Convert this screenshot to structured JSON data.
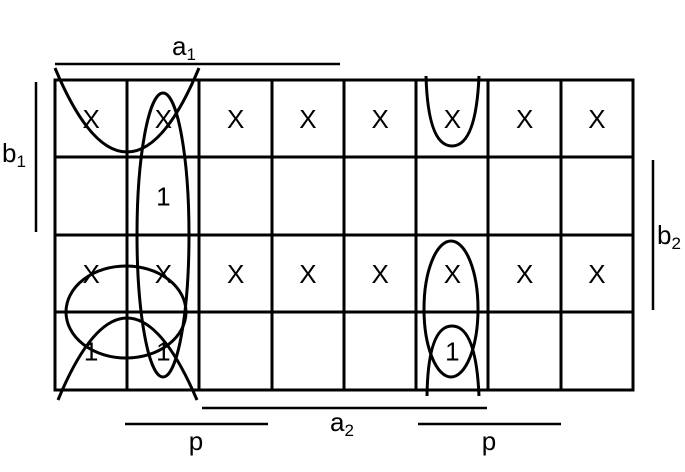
{
  "diagram": {
    "grid": {
      "rows": 4,
      "cols": 8,
      "cells": [
        [
          "X",
          "X",
          "X",
          "X",
          "X",
          "X",
          "X",
          "X"
        ],
        [
          "",
          "1",
          "",
          "",
          "",
          "",
          "",
          ""
        ],
        [
          "X",
          "X",
          "X",
          "X",
          "X",
          "X",
          "X",
          "X"
        ],
        [
          "1",
          "1",
          "",
          "",
          "",
          "1",
          "",
          ""
        ]
      ]
    },
    "labels": {
      "a1_base": "a",
      "a1_sub": "1",
      "a2_base": "a",
      "a2_sub": "2",
      "b1_base": "b",
      "b1_sub": "1",
      "b2_base": "b",
      "b2_sub": "2",
      "p_left": "p",
      "p_right": "p"
    }
  }
}
